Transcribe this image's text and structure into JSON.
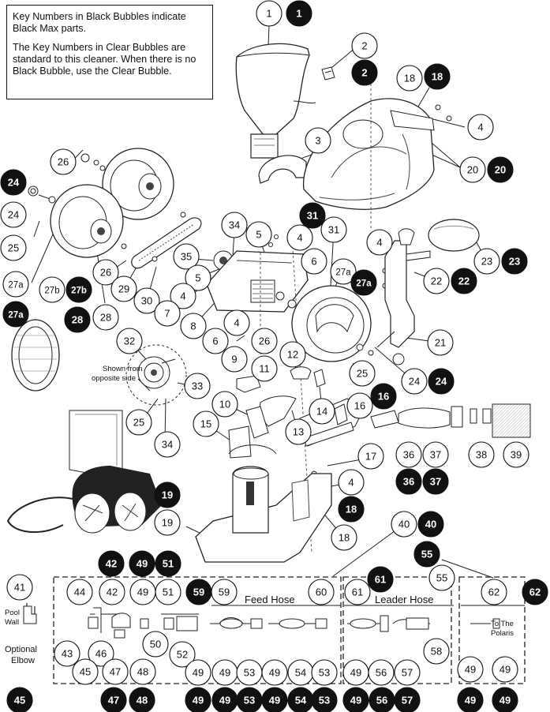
{
  "note": {
    "line1": "Key Numbers in Black Bubbles indicate Black Max parts.",
    "line2": "The Key Numbers in Clear Bubbles are standard to this cleaner. When there is no Black Bubble, use the Clear Bubble."
  },
  "labels": {
    "shown_from": "Shown from",
    "opposite_side": "opposite side",
    "feed_hose": "Feed Hose",
    "leader_hose": "Leader Hose",
    "pool": "Pool",
    "wall": "Wall",
    "optional": "Optional",
    "elbow": "Elbow",
    "to_the": "To The",
    "polaris": "Polaris"
  },
  "bubbles": {
    "b1": "1",
    "b2": "2",
    "b3": "3",
    "b4": "4",
    "b5": "5",
    "b6": "6",
    "b7": "7",
    "b8": "8",
    "b9": "9",
    "b10": "10",
    "b11": "11",
    "b12": "12",
    "b13": "13",
    "b14": "14",
    "b15": "15",
    "b16": "16",
    "b17": "17",
    "b18": "18",
    "b19": "19",
    "b20": "20",
    "b21": "21",
    "b22": "22",
    "b23": "23",
    "b24": "24",
    "b25": "25",
    "b26": "26",
    "b27a": "27a",
    "b27b": "27b",
    "b28": "28",
    "b29": "29",
    "b30": "30",
    "b31": "31",
    "b32": "32",
    "b33": "33",
    "b34": "34",
    "b35": "35",
    "b36": "36",
    "b37": "37",
    "b38": "38",
    "b39": "39",
    "b40": "40",
    "b41": "41",
    "b42": "42",
    "b43": "43",
    "b44": "44",
    "b45": "45",
    "b46": "46",
    "b47": "47",
    "b48": "48",
    "b49": "49",
    "b50": "50",
    "b51": "51",
    "b52": "52",
    "b53": "53",
    "b54": "54",
    "b55": "55",
    "b56": "56",
    "b57": "57",
    "b58": "58",
    "b59": "59",
    "b60": "60",
    "b61": "61",
    "b62": "62"
  }
}
